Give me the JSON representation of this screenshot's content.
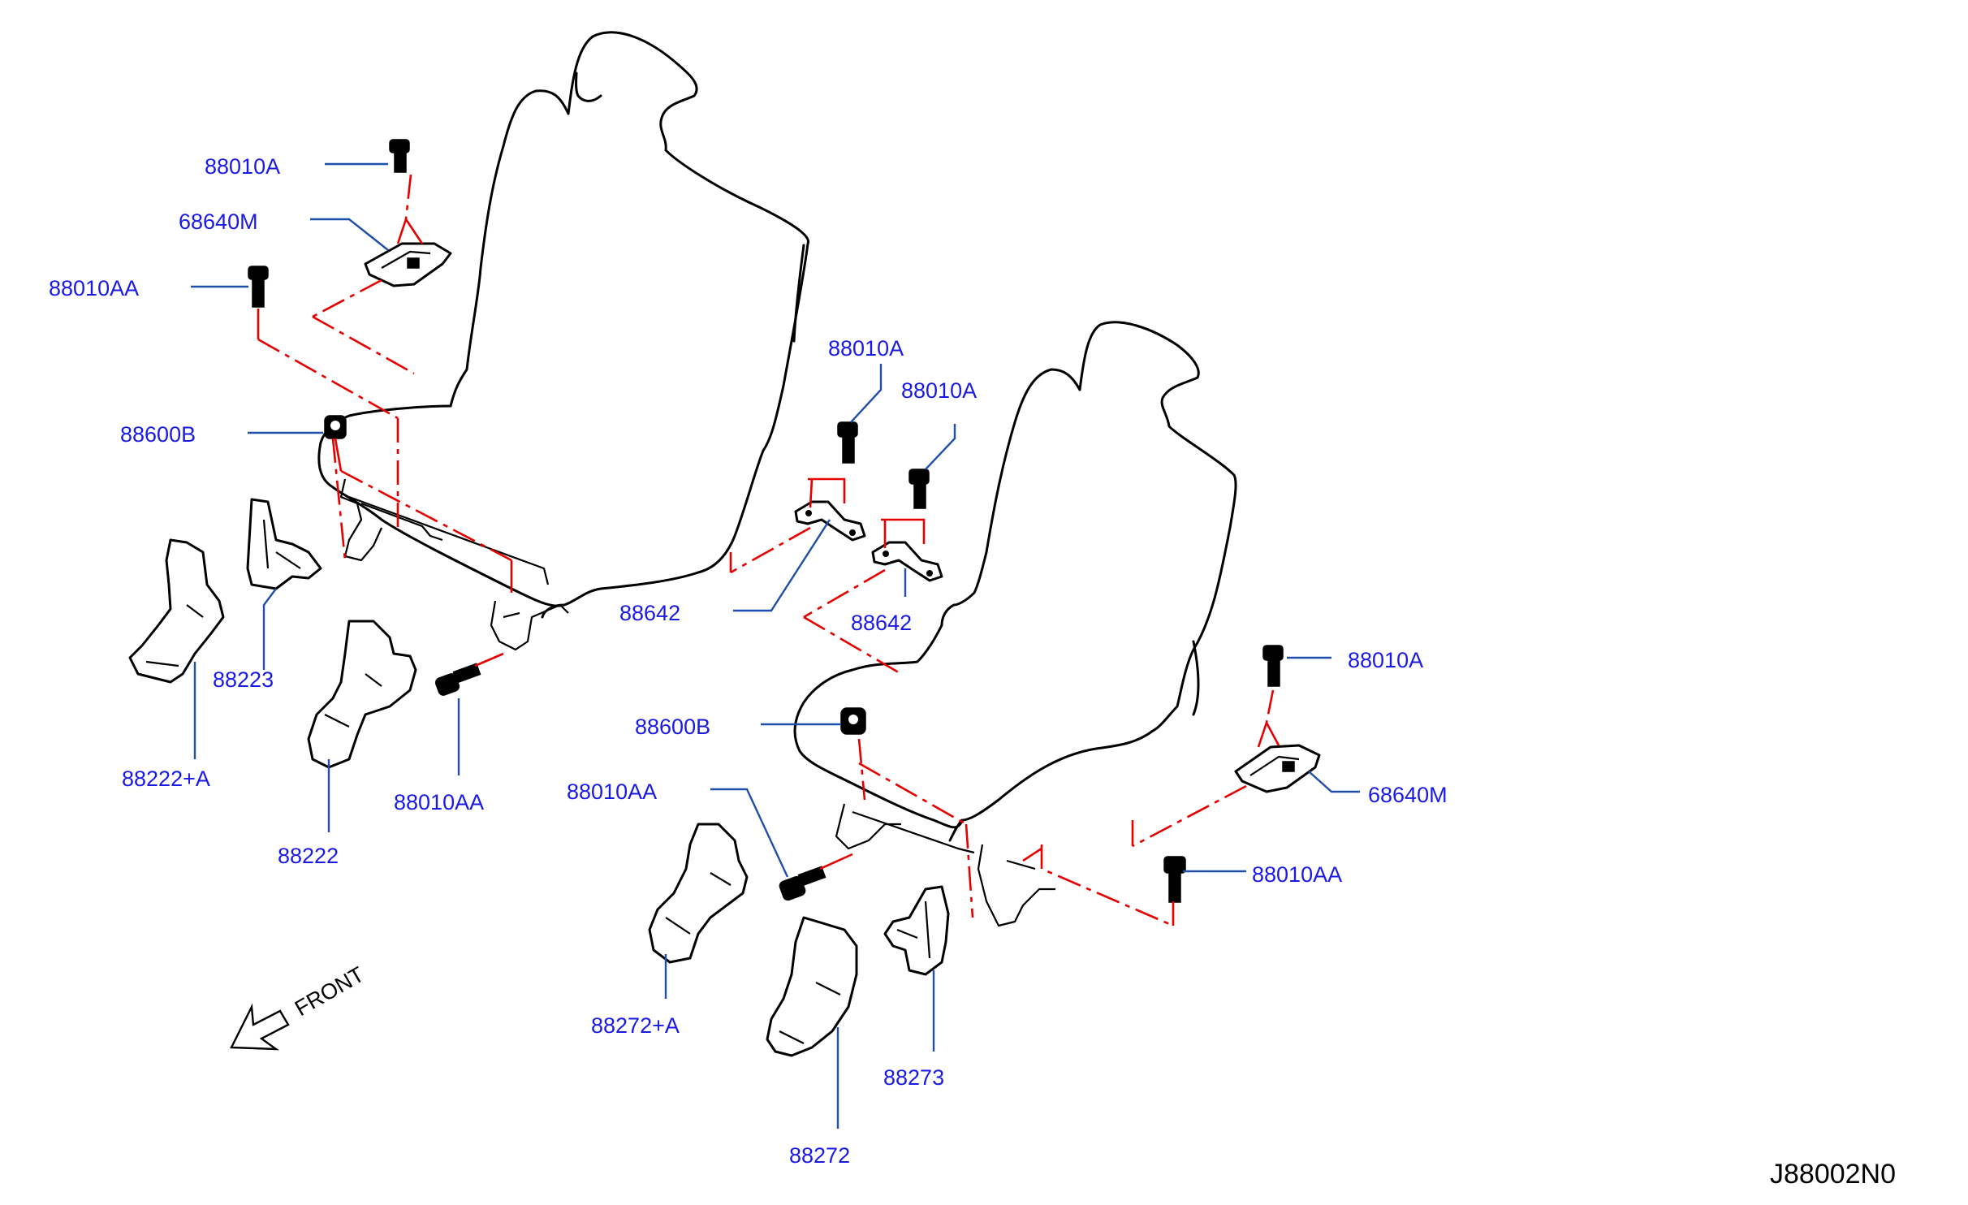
{
  "diagram": {
    "code": "J88002N0",
    "front_label": "FRONT"
  },
  "callouts": {
    "c1": "88010A",
    "c2": "68640M",
    "c3": "88010AA",
    "c4": "88600B",
    "c5": "88223",
    "c6": "88222+A",
    "c7": "88222",
    "c8": "88010AA",
    "c9": "88010A",
    "c10": "88010A",
    "c11": "88642",
    "c12": "88642",
    "c13": "88600B",
    "c14": "88010AA",
    "c15": "88272+A",
    "c16": "88272",
    "c17": "88273",
    "c18": "88010A",
    "c19": "68640M",
    "c20": "88010AA"
  },
  "colors": {
    "label": "#1a1ae6",
    "leader": "#1f4fa8",
    "guide": "#e60000",
    "outline": "#000000"
  }
}
